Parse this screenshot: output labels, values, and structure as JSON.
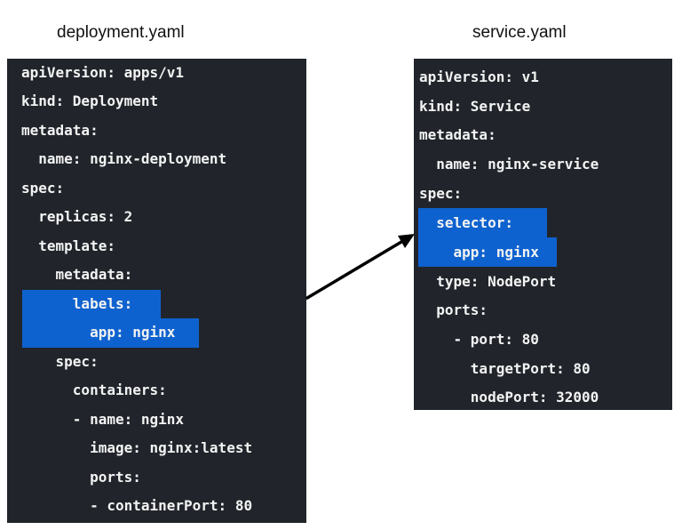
{
  "left_file": {
    "title": "deployment.yaml",
    "lines": [
      "apiVersion: apps/v1",
      "kind: Deployment",
      "metadata:",
      "  name: nginx-deployment",
      "spec:",
      "  replicas: 2",
      "  template:",
      "    metadata:",
      "      labels:",
      "        app: nginx",
      "    spec:",
      "      containers:",
      "      - name: nginx",
      "        image: nginx:latest",
      "        ports:",
      "        - containerPort: 80"
    ]
  },
  "right_file": {
    "title": "service.yaml",
    "lines": [
      "apiVersion: v1",
      "kind: Service",
      "metadata:",
      "  name: nginx-service",
      "spec:",
      "  selector:",
      "    app: nginx",
      "  type: NodePort",
      "  ports:",
      "    - port: 80",
      "      targetPort: 80",
      "      nodePort: 32000"
    ]
  },
  "colors": {
    "panel_background": "#21252b",
    "highlight": "#0e62cf",
    "code_text": "#f3f3f3",
    "arrow": "#000000"
  }
}
